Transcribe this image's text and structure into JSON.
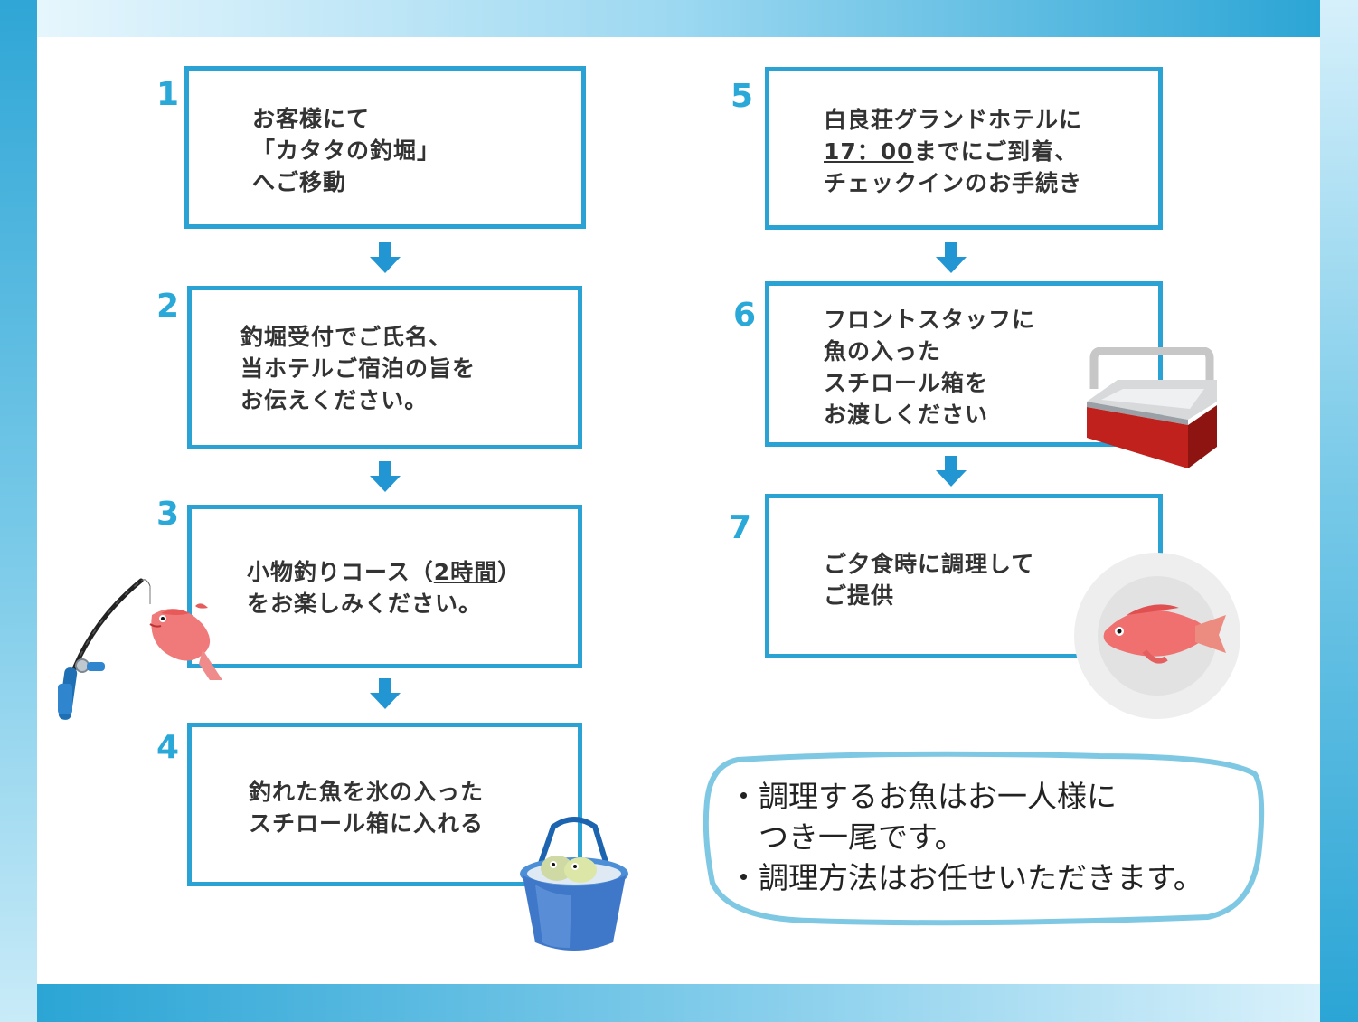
{
  "steps": [
    {
      "number": "1",
      "lines": [
        "お客様にて",
        "「カタタの釣堀」",
        "へご移動"
      ]
    },
    {
      "number": "2",
      "lines": [
        "釣堀受付でご氏名、",
        "当ホテルご宿泊の旨を",
        "お伝えください。"
      ]
    },
    {
      "number": "3",
      "line1_prefix": "小物釣りコース（",
      "line1_underlined": "2時間",
      "line1_suffix": "）",
      "line2": "をお楽しみください。"
    },
    {
      "number": "4",
      "lines": [
        "釣れた魚を氷の入った",
        "スチロール箱に入れる"
      ]
    },
    {
      "number": "5",
      "line1": "白良荘グランドホテルに",
      "line2_underlined": "17：00",
      "line2_suffix": "までにご到着、",
      "line3": "チェックインのお手続き"
    },
    {
      "number": "6",
      "lines": [
        "フロントスタッフに",
        "魚の入った",
        "スチロール箱を",
        "お渡しください"
      ]
    },
    {
      "number": "7",
      "lines": [
        "ご夕食時に調理して",
        "ご提供"
      ]
    }
  ],
  "note": {
    "lines": [
      "・調理するお魚はお一人様に",
      "　つき一尾です。",
      "・調理方法はお任せいただきます。"
    ]
  },
  "colors": {
    "accent": "#2aa3d4",
    "arrow": "#2196d3",
    "note_border": "#7ec8e3",
    "text": "#333333"
  },
  "icons": {
    "arrow": "arrow-down-icon",
    "fishing_rod": "fishing-rod-icon",
    "fish": "red-sea-bream-icon",
    "bucket": "fish-bucket-icon",
    "cooler": "cooler-box-icon",
    "plate": "fish-plate-icon"
  }
}
